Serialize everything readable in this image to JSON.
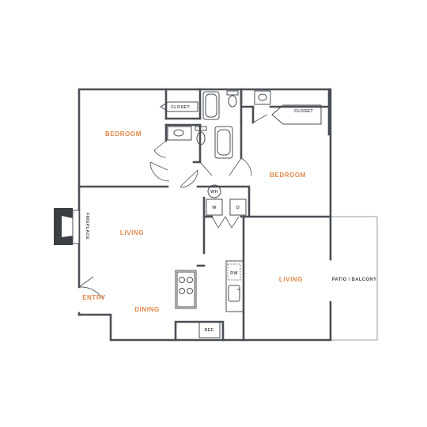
{
  "rooms": {
    "bedroom_left": "BEDROOM",
    "bedroom_right": "BEDROOM",
    "living_left": "LIVING",
    "living_right": "LIVING",
    "dining": "DINING",
    "entry": "ENTRY",
    "patio": "PATIO / BALCONY"
  },
  "fixtures": {
    "closet_left": "CLOSET",
    "closet_right": "CLOSET",
    "water_heater": "WH",
    "washer": "W",
    "dryer": "D",
    "dishwasher": "DW",
    "refrigerator": "REF.",
    "fireplace": "FIREPLACE"
  },
  "colors": {
    "wall": "#4a4f55",
    "room_label": "#e0874a",
    "fireplace": "#3c4045"
  }
}
